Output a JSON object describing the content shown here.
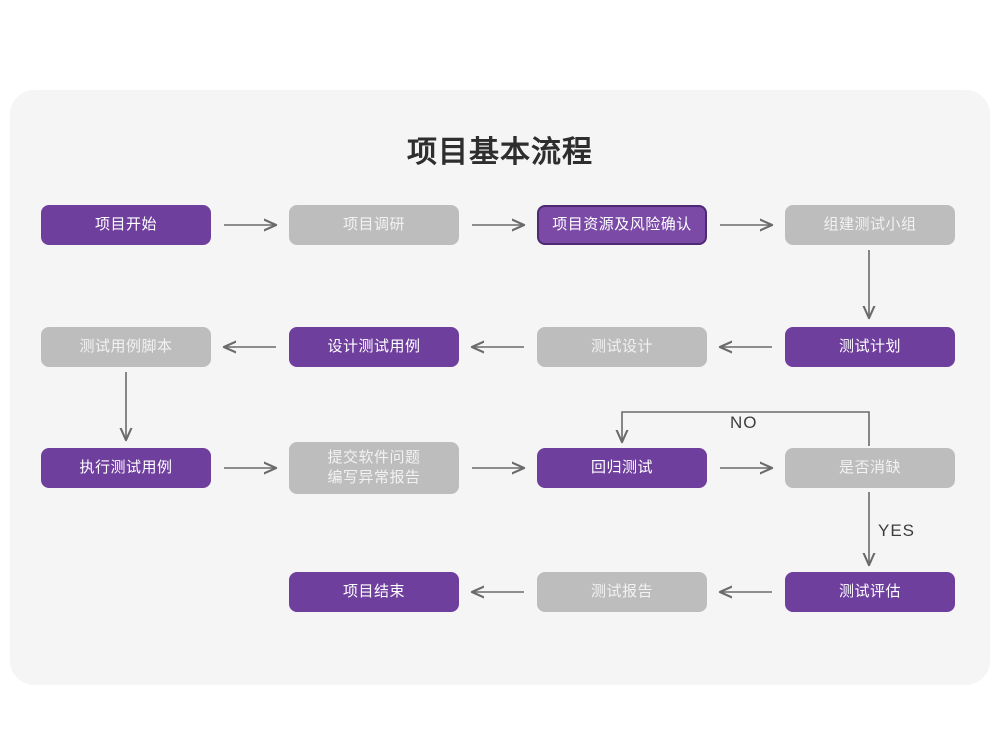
{
  "card": {
    "background_color": "#f5f5f5",
    "page_background_color": "#ffffff"
  },
  "title": "项目基本流程",
  "colors": {
    "purple_fill": "#6f3f9e",
    "purple_outline_fill": "#7b4aa6",
    "purple_outline_border": "#4f2a74",
    "gray_fill": "#bdbdbd",
    "node_text_light": "#ffffff",
    "gray_node_text": "#f2f2f2",
    "connector": "#6b6b6b",
    "title_text": "#2e2e2e"
  },
  "nodes": [
    {
      "id": "n1",
      "label": "项目开始",
      "style": "purple",
      "row": 1
    },
    {
      "id": "n2",
      "label": "项目调研",
      "style": "gray",
      "row": 1
    },
    {
      "id": "n3",
      "label": "项目资源及风险确认",
      "style": "purple-outline",
      "row": 1
    },
    {
      "id": "n4",
      "label": "组建测试小组",
      "style": "gray",
      "row": 1
    },
    {
      "id": "n5",
      "label": "测试用例脚本",
      "style": "gray",
      "row": 2
    },
    {
      "id": "n6",
      "label": "设计测试用例",
      "style": "purple",
      "row": 2
    },
    {
      "id": "n7",
      "label": "测试设计",
      "style": "gray",
      "row": 2
    },
    {
      "id": "n8",
      "label": "测试计划",
      "style": "purple",
      "row": 2
    },
    {
      "id": "n9",
      "label": "执行测试用例",
      "style": "purple",
      "row": 3
    },
    {
      "id": "n10",
      "label": "提交软件问题\n编写异常报告",
      "style": "gray",
      "row": 3
    },
    {
      "id": "n11",
      "label": "回归测试",
      "style": "purple",
      "row": 3
    },
    {
      "id": "n12",
      "label": "是否消缺",
      "style": "gray",
      "row": 3
    },
    {
      "id": "n13",
      "label": "项目结束",
      "style": "purple",
      "row": 4
    },
    {
      "id": "n14",
      "label": "测试报告",
      "style": "gray",
      "row": 4
    },
    {
      "id": "n15",
      "label": "测试评估",
      "style": "purple",
      "row": 4
    }
  ],
  "edge_labels": {
    "no": "NO",
    "yes": "YES"
  },
  "flow": {
    "row1_direction": "left-to-right",
    "row2_direction": "right-to-left",
    "row3_direction": "left-to-right",
    "row4_direction": "right-to-left"
  }
}
